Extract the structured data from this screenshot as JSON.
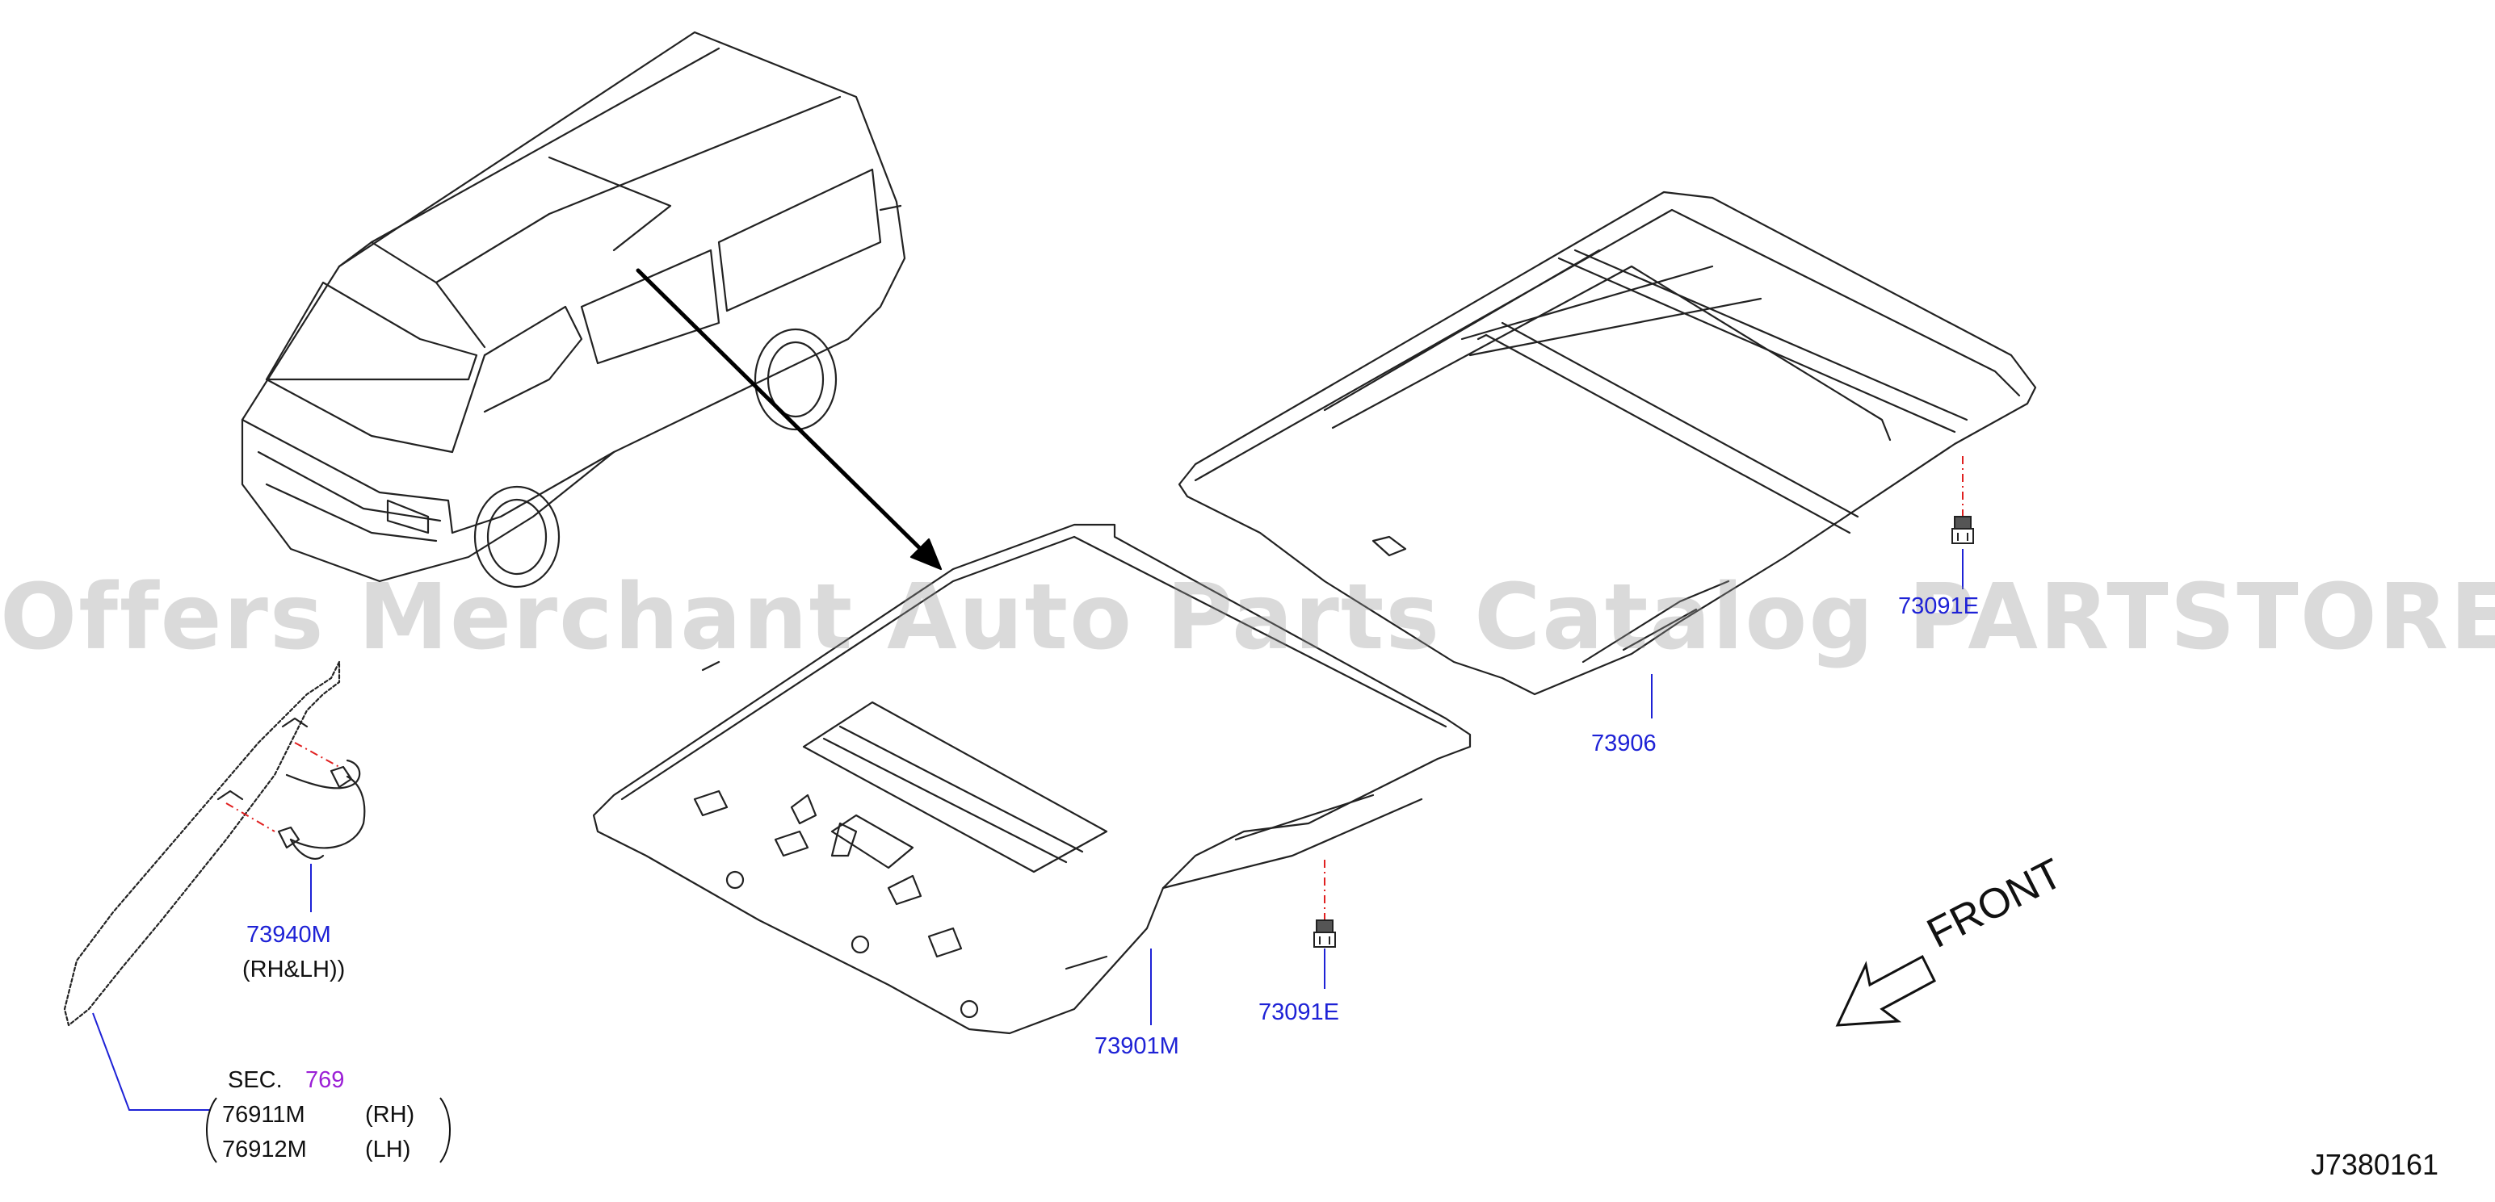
{
  "watermark": "Offers Merchant Auto Parts Catalog PARTSTORE.SA",
  "drawing_code": "J7380161",
  "front_label": "FRONT",
  "colors": {
    "line": "#222222",
    "callout": "#1e22d6",
    "section": "#9b1fd6",
    "dash": "#e02020"
  },
  "parts": {
    "p73906": "73906",
    "p73901m": "73901M",
    "p73091e_left": "73091E",
    "p73091e_right": "73091E",
    "p73940m": "73940M",
    "p73940m_note": "(RH&LH))",
    "sec_prefix": "SEC.",
    "sec_num": "769",
    "p76911m": "76911M",
    "p76911m_side": "(RH)",
    "p76912m": "76912M",
    "p76912m_side": "(LH)"
  }
}
